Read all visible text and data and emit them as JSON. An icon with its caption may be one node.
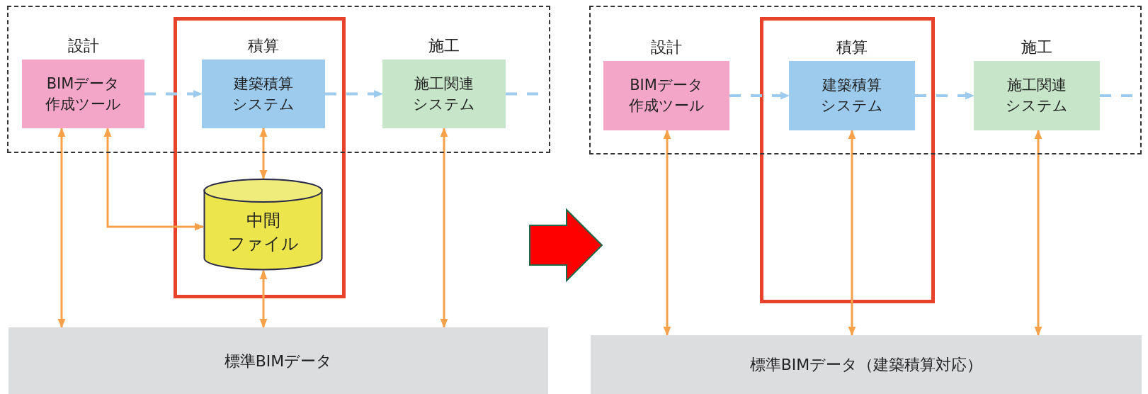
{
  "diagram": {
    "nodes": [
      {
        "text": [],
        "shape": "box"
      },
      {
        "text": [
          "設計",
          "BIMデータ作成ツール"
        ],
        "in": 0
      },
      {
        "text": [
          "積算",
          "建築積算システム"
        ],
        "in": 0
      },
      {
        "text": [
          "中間ファイル"
        ]
      },
      {
        "text": [
          "施工",
          "施工関連システム"
        ],
        "in": 0
      },
      {
        "text": [
          "標準BIMデータ"
        ]
      },
      {
        "text": [],
        "shape": "box"
      },
      {
        "text": [
          "設計",
          "BIMデータ作成ツール"
        ],
        "in": 6
      },
      {
        "text": [
          "積算",
          "建築積算システム"
        ],
        "in": 6
      },
      {
        "text": [
          "施工",
          "施工関連システム"
        ],
        "in": 6
      },
      {
        "text": [
          "標準BIMデータ（建築積算対応）"
        ]
      }
    ],
    "edges": [
      {
        "from": 1,
        "to": 2,
        "arrow": "to",
        "style": "dashed",
        "color": "#9dcbee"
      },
      {
        "from": 2,
        "to": 4,
        "arrow": "to",
        "style": "dashed",
        "color": "#9dcbee"
      },
      {
        "from": 4,
        "to": null,
        "arrow": "none",
        "style": "dashed",
        "color": "#9dcbee"
      },
      {
        "from": 1,
        "to": 5,
        "arrow": "both"
      },
      {
        "from": 1,
        "to": 3,
        "arrow": "both"
      },
      {
        "from": 2,
        "to": 3,
        "arrow": "both"
      },
      {
        "from": 3,
        "to": 5,
        "arrow": "both"
      },
      {
        "from": 4,
        "to": 5,
        "arrow": "both"
      },
      {
        "from": 7,
        "to": 8,
        "arrow": "to",
        "style": "dashed",
        "color": "#9dcbee"
      },
      {
        "from": 8,
        "to": 9,
        "arrow": "to",
        "style": "dashed",
        "color": "#9dcbee"
      },
      {
        "from": 9,
        "to": null,
        "arrow": "none",
        "style": "dashed",
        "color": "#9dcbee"
      },
      {
        "from": 7,
        "to": 10,
        "arrow": "both"
      },
      {
        "from": 8,
        "to": 10,
        "arrow": "both"
      },
      {
        "from": 9,
        "to": 10,
        "arrow": "both"
      }
    ]
  }
}
